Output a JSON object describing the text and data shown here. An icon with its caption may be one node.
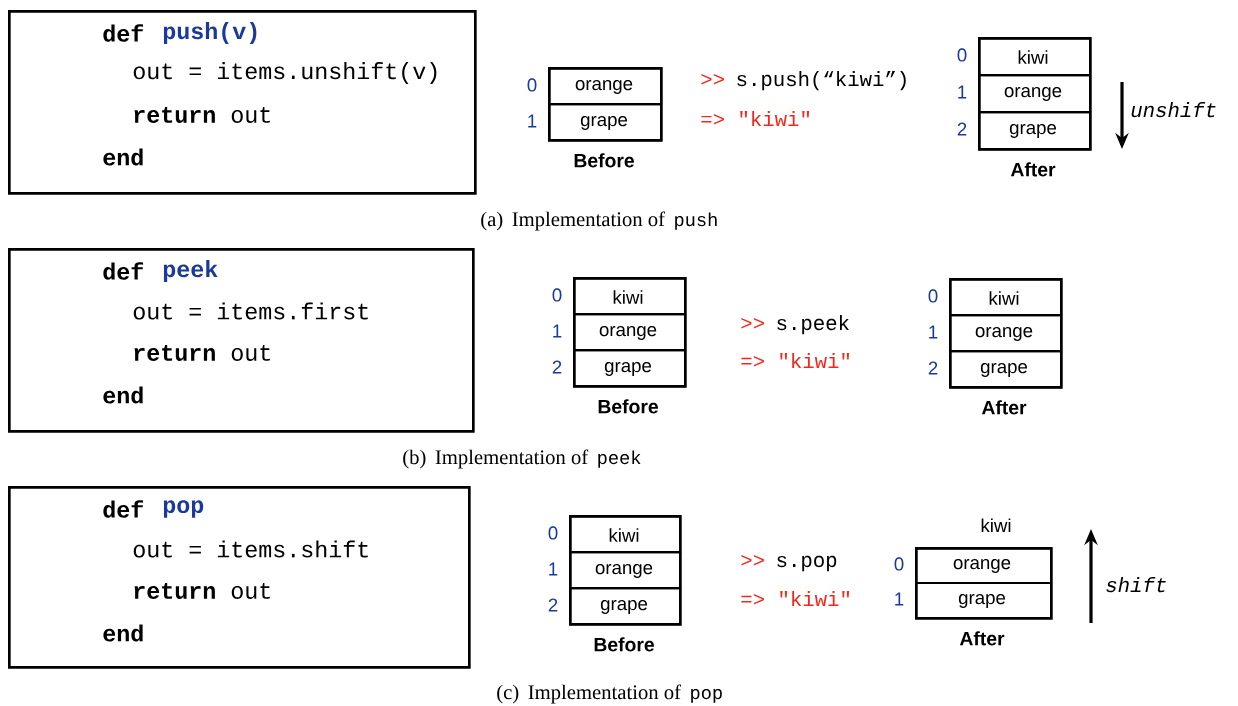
{
  "diagram": {
    "nodes": [
      {
        "text": [
          "def",
          "push(v)",
          "out = items.unshift(v)",
          "**return** out",
          "end"
        ]
      },
      {
        "text": [
          "Before"
        ]
      },
      {
        "text": [
          "orange"
        ],
        "in": 1,
        "beside": [
          "0"
        ]
      },
      {
        "text": [
          "grape"
        ],
        "in": 1,
        "beside": [
          "1"
        ]
      },
      {
        "text": [
          "After"
        ]
      },
      {
        "text": [
          "kiwi"
        ],
        "in": 4,
        "beside": [
          "0"
        ]
      },
      {
        "text": [
          "orange"
        ],
        "in": 4,
        "beside": [
          "1"
        ]
      },
      {
        "text": [
          "grape"
        ],
        "in": 4,
        "beside": [
          "2"
        ]
      },
      {
        "text": [
          "def",
          "peek",
          "out = items.first",
          "**return** out",
          "end"
        ]
      },
      {
        "text": [
          "Before"
        ]
      },
      {
        "text": [
          "kiwi"
        ],
        "in": 9,
        "beside": [
          "0"
        ]
      },
      {
        "text": [
          "orange"
        ],
        "in": 9,
        "beside": [
          "1"
        ]
      },
      {
        "text": [
          "grape"
        ],
        "in": 9,
        "beside": [
          "2"
        ]
      },
      {
        "text": [
          "After"
        ]
      },
      {
        "text": [
          "kiwi"
        ],
        "in": 13,
        "beside": [
          "0"
        ]
      },
      {
        "text": [
          "orange"
        ],
        "in": 13,
        "beside": [
          "1"
        ]
      },
      {
        "text": [
          "grape"
        ],
        "in": 13,
        "beside": [
          "2"
        ]
      },
      {
        "text": [
          "def",
          "pop",
          "out = items.shift",
          "**return** out",
          "end"
        ]
      },
      {
        "text": [
          "Before"
        ]
      },
      {
        "text": [
          "kiwi"
        ],
        "in": 18,
        "beside": [
          "0"
        ]
      },
      {
        "text": [
          "orange"
        ],
        "in": 18,
        "beside": [
          "1"
        ]
      },
      {
        "text": [
          "grape"
        ],
        "in": 18,
        "beside": [
          "2"
        ]
      },
      {
        "text": [
          "After"
        ]
      },
      {
        "text": [
          "orange"
        ],
        "in": 22,
        "beside": [
          "0"
        ]
      },
      {
        "text": [
          "grape"
        ],
        "in": 22,
        "beside": [
          "1"
        ]
      }
    ],
    "labels": [
      ">>",
      "s.push(“kiwi”)",
      "=> \"kiwi\"",
      "unshift",
      "(a)",
      "Implementation of",
      "push",
      ">>",
      "s.peek",
      "=> \"kiwi\"",
      "(b)",
      "Implementation of",
      "peek",
      "kiwi",
      ">>",
      "s.pop",
      "=> \"kiwi\"",
      "shift",
      "(c)",
      "Implementation of",
      "pop"
    ]
  }
}
